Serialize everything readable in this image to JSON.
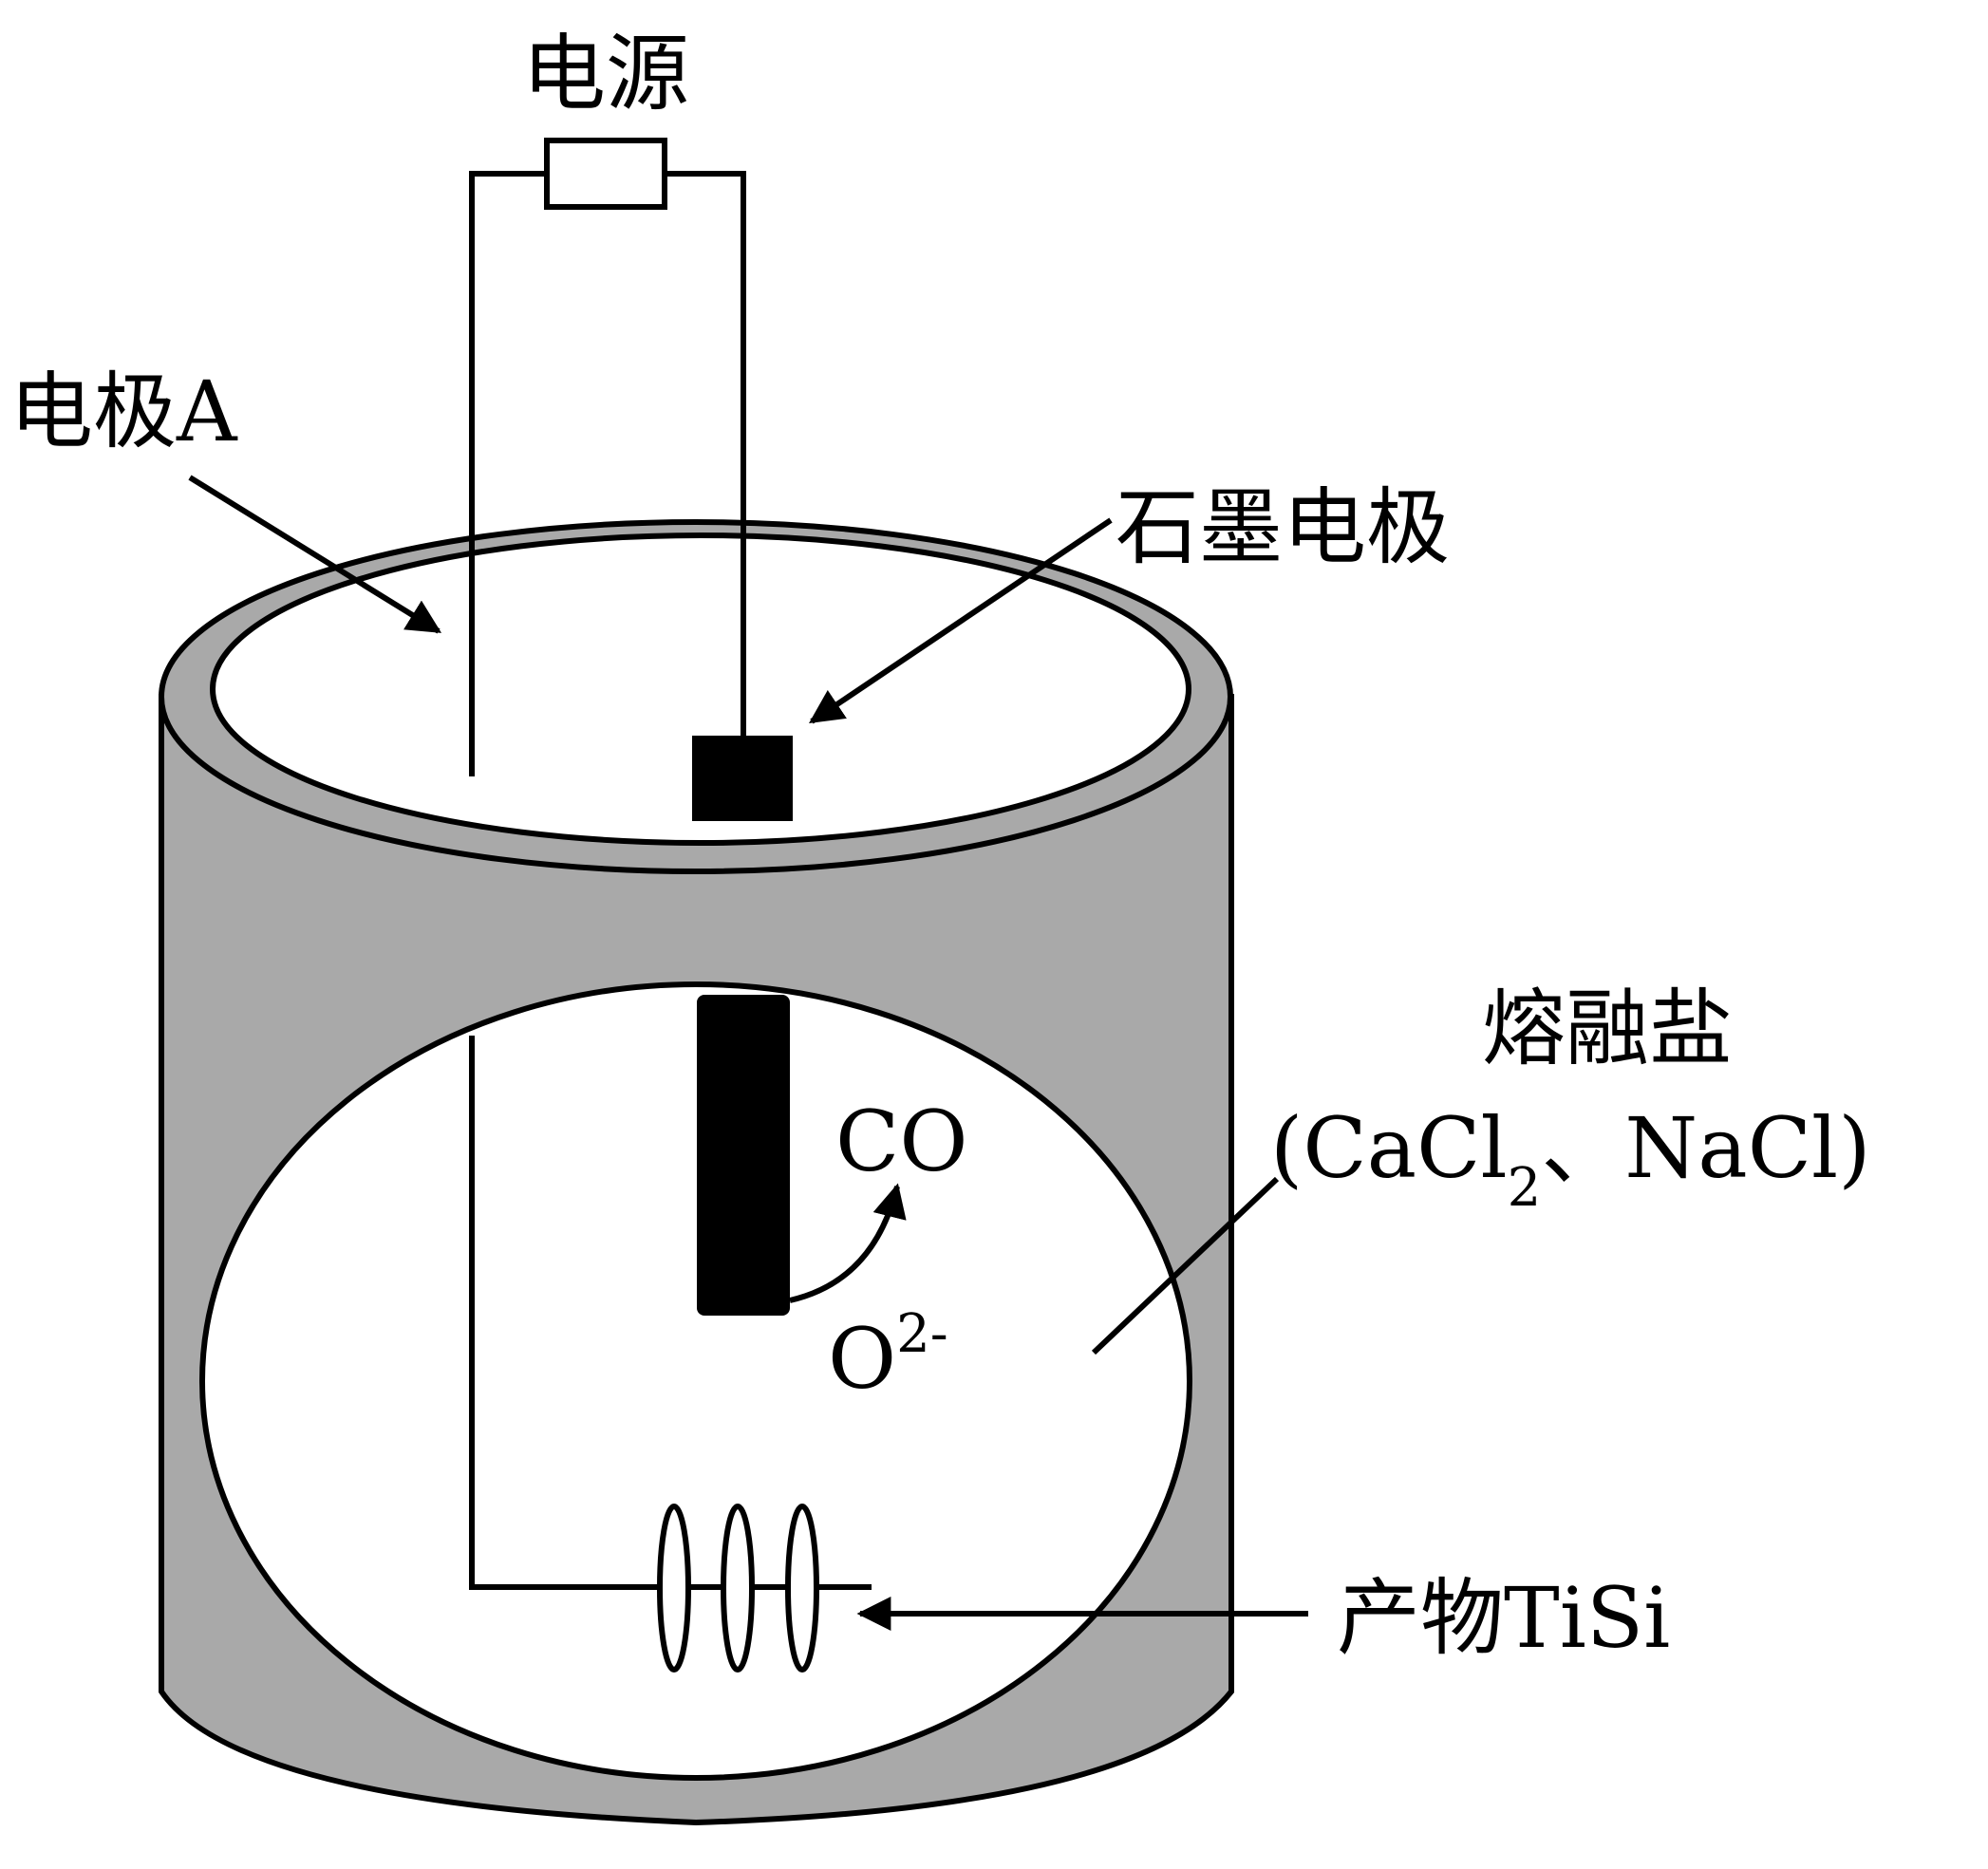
{
  "labels": {
    "power_source": "电源",
    "electrode_a": "电极A",
    "graphite_electrode": "石墨电极",
    "molten_salt": "熔融盐",
    "salt_formula_open": "(CaCl",
    "salt_formula_sub": "2",
    "salt_formula_rest": "、NaCl)",
    "co": "CO",
    "oxide_ion": "O",
    "oxide_ion_charge": "2-",
    "product": "产物TiSi"
  },
  "colors": {
    "vessel_gray": "#a9a9a9",
    "line": "#000000",
    "background": "#ffffff"
  }
}
